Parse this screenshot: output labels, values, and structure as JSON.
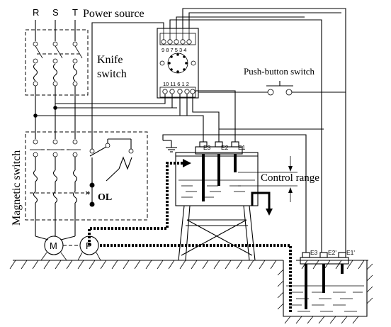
{
  "labels": {
    "power_source": "Power source",
    "phase_r": "R",
    "phase_s": "S",
    "phase_t": "T",
    "knife_switch_1": "Knife",
    "knife_switch_2": "switch",
    "push_button_switch": "Push-button switch",
    "magnetic_switch": "Magnetic switch",
    "overload": "OL",
    "control_range": "Control range",
    "motor": "M",
    "pump": "P",
    "tank_e3": "E3",
    "tank_e2": "E2",
    "tank_e1": "E1",
    "pit_e3": "E3",
    "pit_e2": "E2'",
    "pit_e1": "E1'"
  },
  "relay": {
    "top_terminals": "9 8 7 5 3 4",
    "bottom_terminals": "10 11 6 1 2"
  }
}
